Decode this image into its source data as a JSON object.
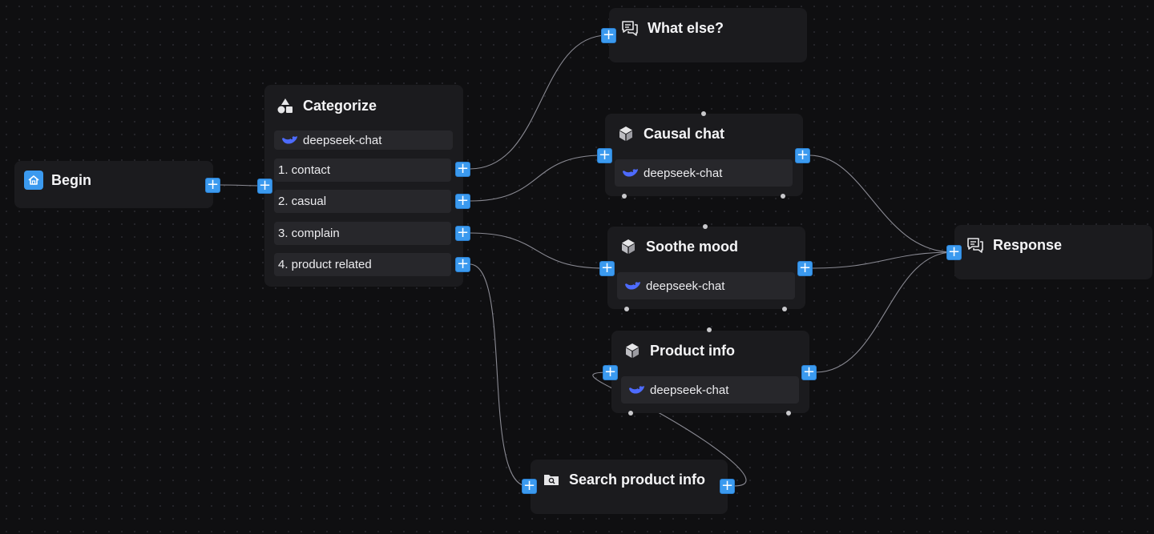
{
  "nodes": {
    "begin": {
      "title": "Begin",
      "icon": "home-icon"
    },
    "categorize": {
      "title": "Categorize",
      "icon": "shapes-icon",
      "model": "deepseek-chat",
      "items": [
        "1. contact",
        "2. casual",
        "3. complain",
        "4. product related"
      ]
    },
    "what_else": {
      "title": "What else?",
      "icon": "message-icon"
    },
    "causal_chat": {
      "title": "Causal chat",
      "icon": "cube-icon",
      "model": "deepseek-chat"
    },
    "soothe_mood": {
      "title": "Soothe mood",
      "icon": "cube-icon",
      "model": "deepseek-chat"
    },
    "product_info": {
      "title": "Product info",
      "icon": "cube-icon",
      "model": "deepseek-chat"
    },
    "response": {
      "title": "Response",
      "icon": "message-icon"
    },
    "search_product_info": {
      "title": "Search product info",
      "icon": "folder-search-icon"
    }
  },
  "handle_symbol": "+",
  "colors": {
    "canvas": "#0f0f11",
    "node": "#1b1b1e",
    "field": "#27272b",
    "handle": "#3b9aef",
    "edge": "#8a8a93",
    "model_icon": "#4d6bfe"
  }
}
